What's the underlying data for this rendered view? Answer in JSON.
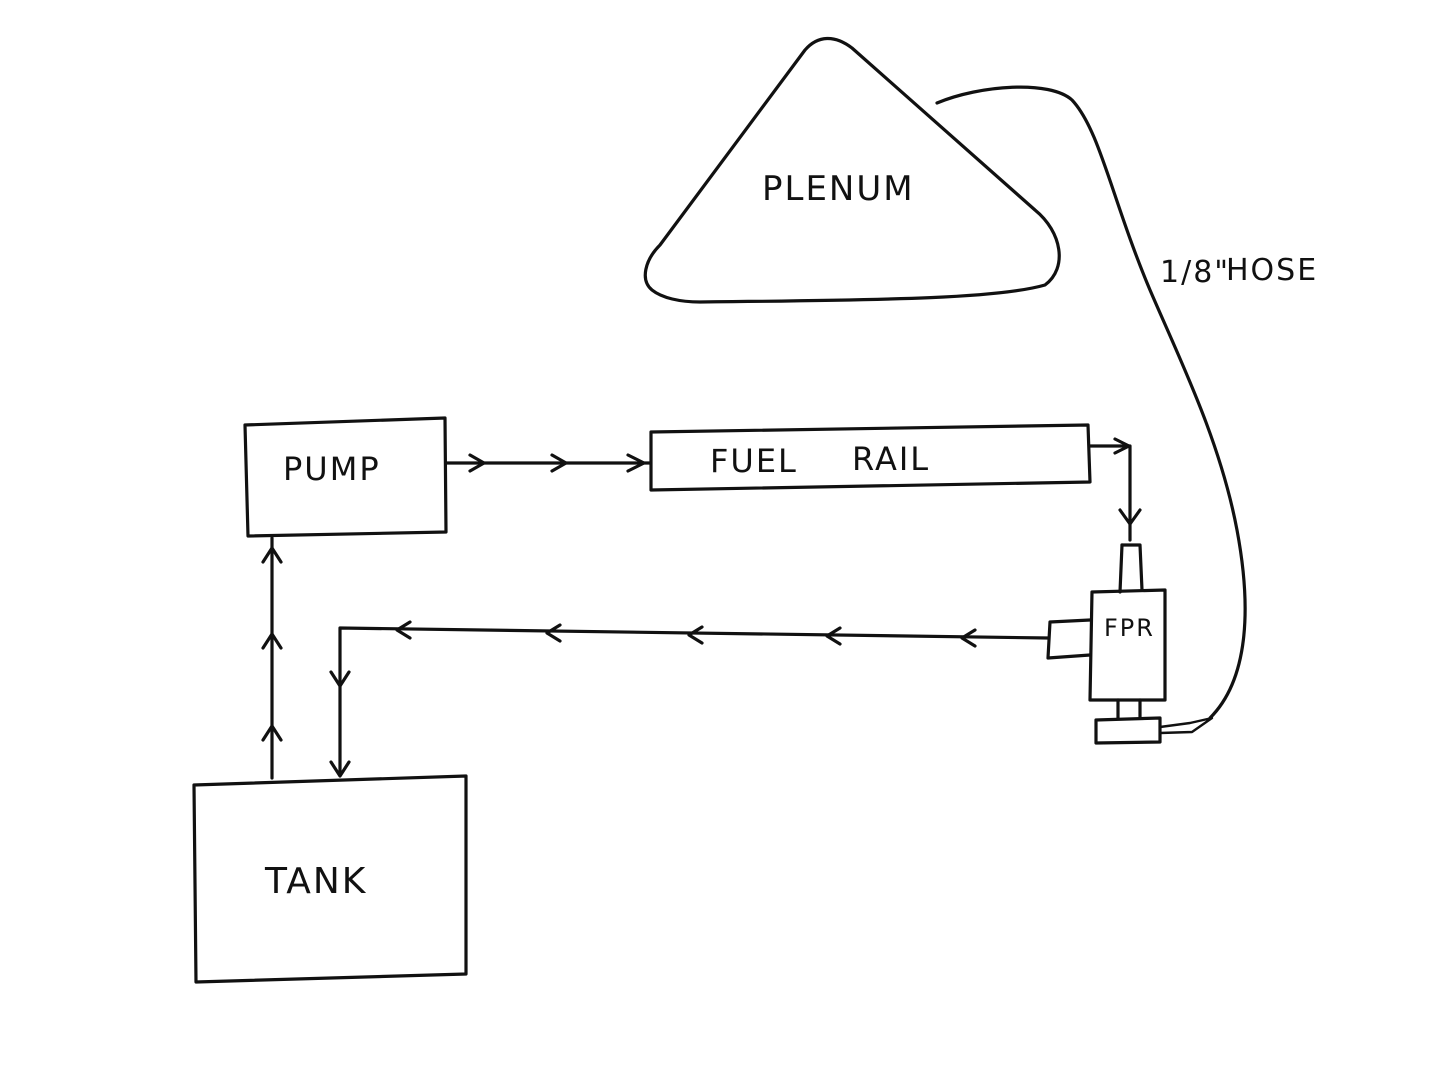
{
  "labels": {
    "plenum": "PLENUM",
    "hose_fraction": "1/8\"",
    "hose": "HOSE",
    "pump": "PUMP",
    "fuel_rail": "FUEL",
    "rail": "RAIL",
    "fpr": "FPR",
    "tank": "TANK"
  },
  "colors": {
    "ink": "#111111",
    "paper": "#ffffff"
  }
}
